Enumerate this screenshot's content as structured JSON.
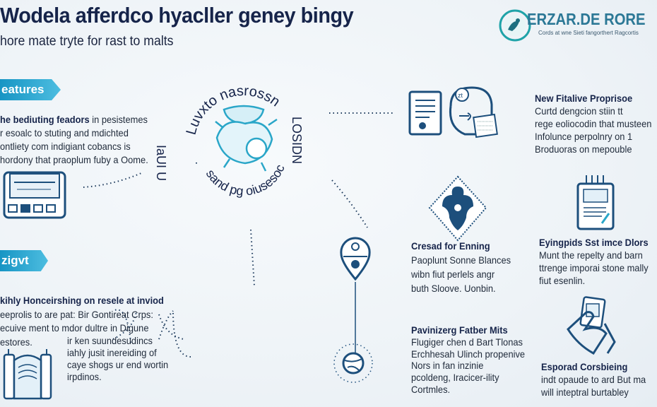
{
  "header": {
    "title": "Wodela afferdco hyacller geney bingy",
    "subtitle": "hore mate tryte for rast to malts"
  },
  "logo": {
    "name": "ERZAR.DE RORE",
    "tagline": "Cords at wne Sieti fangorthert Ragcortis"
  },
  "emblem": {
    "top_arc": "Luvxto nasrossn",
    "bottom_arc": "sand pg oiusesoc",
    "left_text": "IaUI U",
    "right_text": "LOSIDN"
  },
  "sections": {
    "features": {
      "tag": "eatures",
      "lead_bold": "he bediuting feadors",
      "lines": [
        "in pesistemes",
        "r esoalc to stuting and mdichted",
        "ontliety com indigiant cobancs is",
        "hordony that praoplum fuby a Oome."
      ]
    },
    "zigvt": {
      "tag": "zigvt",
      "heading": "kihly Honceirshing on resele at inviod",
      "lines": [
        "eeprolis to are pat: Bir Gontireat Crps:",
        "ecuive ment to mdor dultre in Digune",
        "estores."
      ],
      "sub_lines": [
        "ir ken suundesudincs",
        "iahly jusit inereiding of",
        "caye shogs ur end wortin",
        "irpdinos."
      ]
    },
    "new_fitalive": {
      "heading": "New Fitalive Proprisoe",
      "lines": [
        "Curtd dengcion stiin tt",
        "rege eoliocodin that musteen",
        "Infolunce perpolnry on 1",
        "Broduoras on mepouble"
      ]
    },
    "cresad": {
      "heading": "Cresad for Enning",
      "lines": [
        "Paoplunt Sonne Blances",
        "wibn fiut perlels angr",
        "buth Sloove. Uonbin."
      ]
    },
    "eyingpids": {
      "heading": "Eyingpids Sst imce Dlors",
      "lines": [
        "Munt the repelty and barn",
        "ttrenge imporai stone mally",
        "fiut esenlin."
      ]
    },
    "pavinizerg": {
      "heading": "Pavinizerg Fatber Mits",
      "lines": [
        "Flugiger chen d Bart Tlonas",
        "Erchhesah Ulinch propenive",
        "Nors in fan inzinie",
        "pcoldeng, Iracicer-ility",
        "Cortmles."
      ]
    },
    "esporad": {
      "heading": "Esporad Corsbieing",
      "lines": [
        "indt opaude to ard But ma",
        "will inteptral burtabley"
      ]
    }
  },
  "colors": {
    "navy": "#16244a",
    "teal": "#1795c4",
    "icon": "#1d4f7c",
    "emblem": "#2aa6c8"
  }
}
